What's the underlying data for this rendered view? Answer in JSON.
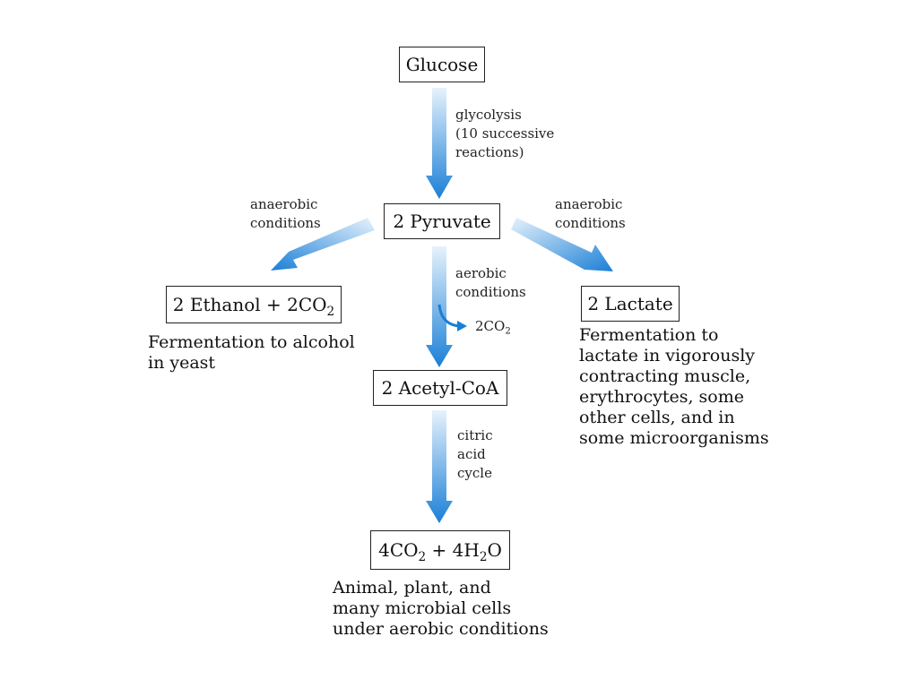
{
  "nodes": {
    "glucose": "Glucose",
    "pyruvate": "2 Pyruvate",
    "ethanol": {
      "text": "2 Ethanol + 2CO",
      "sub": "2"
    },
    "lactate": "2 Lactate",
    "acetyl_coa": "2 Acetyl-CoA",
    "final": {
      "a": "4CO",
      "a_sub": "2",
      "b": " + 4H",
      "b_sub": "2",
      "c": "O"
    }
  },
  "edge_labels": {
    "glycolysis": [
      "glycolysis",
      "(10 successive",
      "reactions)"
    ],
    "anaerobic_left": [
      "anaerobic",
      "conditions"
    ],
    "anaerobic_right": [
      "anaerobic",
      "conditions"
    ],
    "aerobic": [
      "aerobic",
      "conditions"
    ],
    "co2_release": {
      "text": "2CO",
      "sub": "2"
    },
    "citric": [
      "citric",
      "acid",
      "cycle"
    ]
  },
  "captions": {
    "alcohol": [
      "Fermentation to alcohol",
      "in yeast"
    ],
    "lactate": [
      "Fermentation to",
      "lactate in vigorously",
      "contracting muscle,",
      "erythrocytes, some",
      "other cells, and in",
      "some microorganisms"
    ],
    "aerobic": [
      "Animal, plant, and",
      "many microbial cells",
      "under aerobic conditions"
    ]
  },
  "colors": {
    "arrow_dark": "#1a7fd6",
    "arrow_light": "#e6f2fc"
  }
}
